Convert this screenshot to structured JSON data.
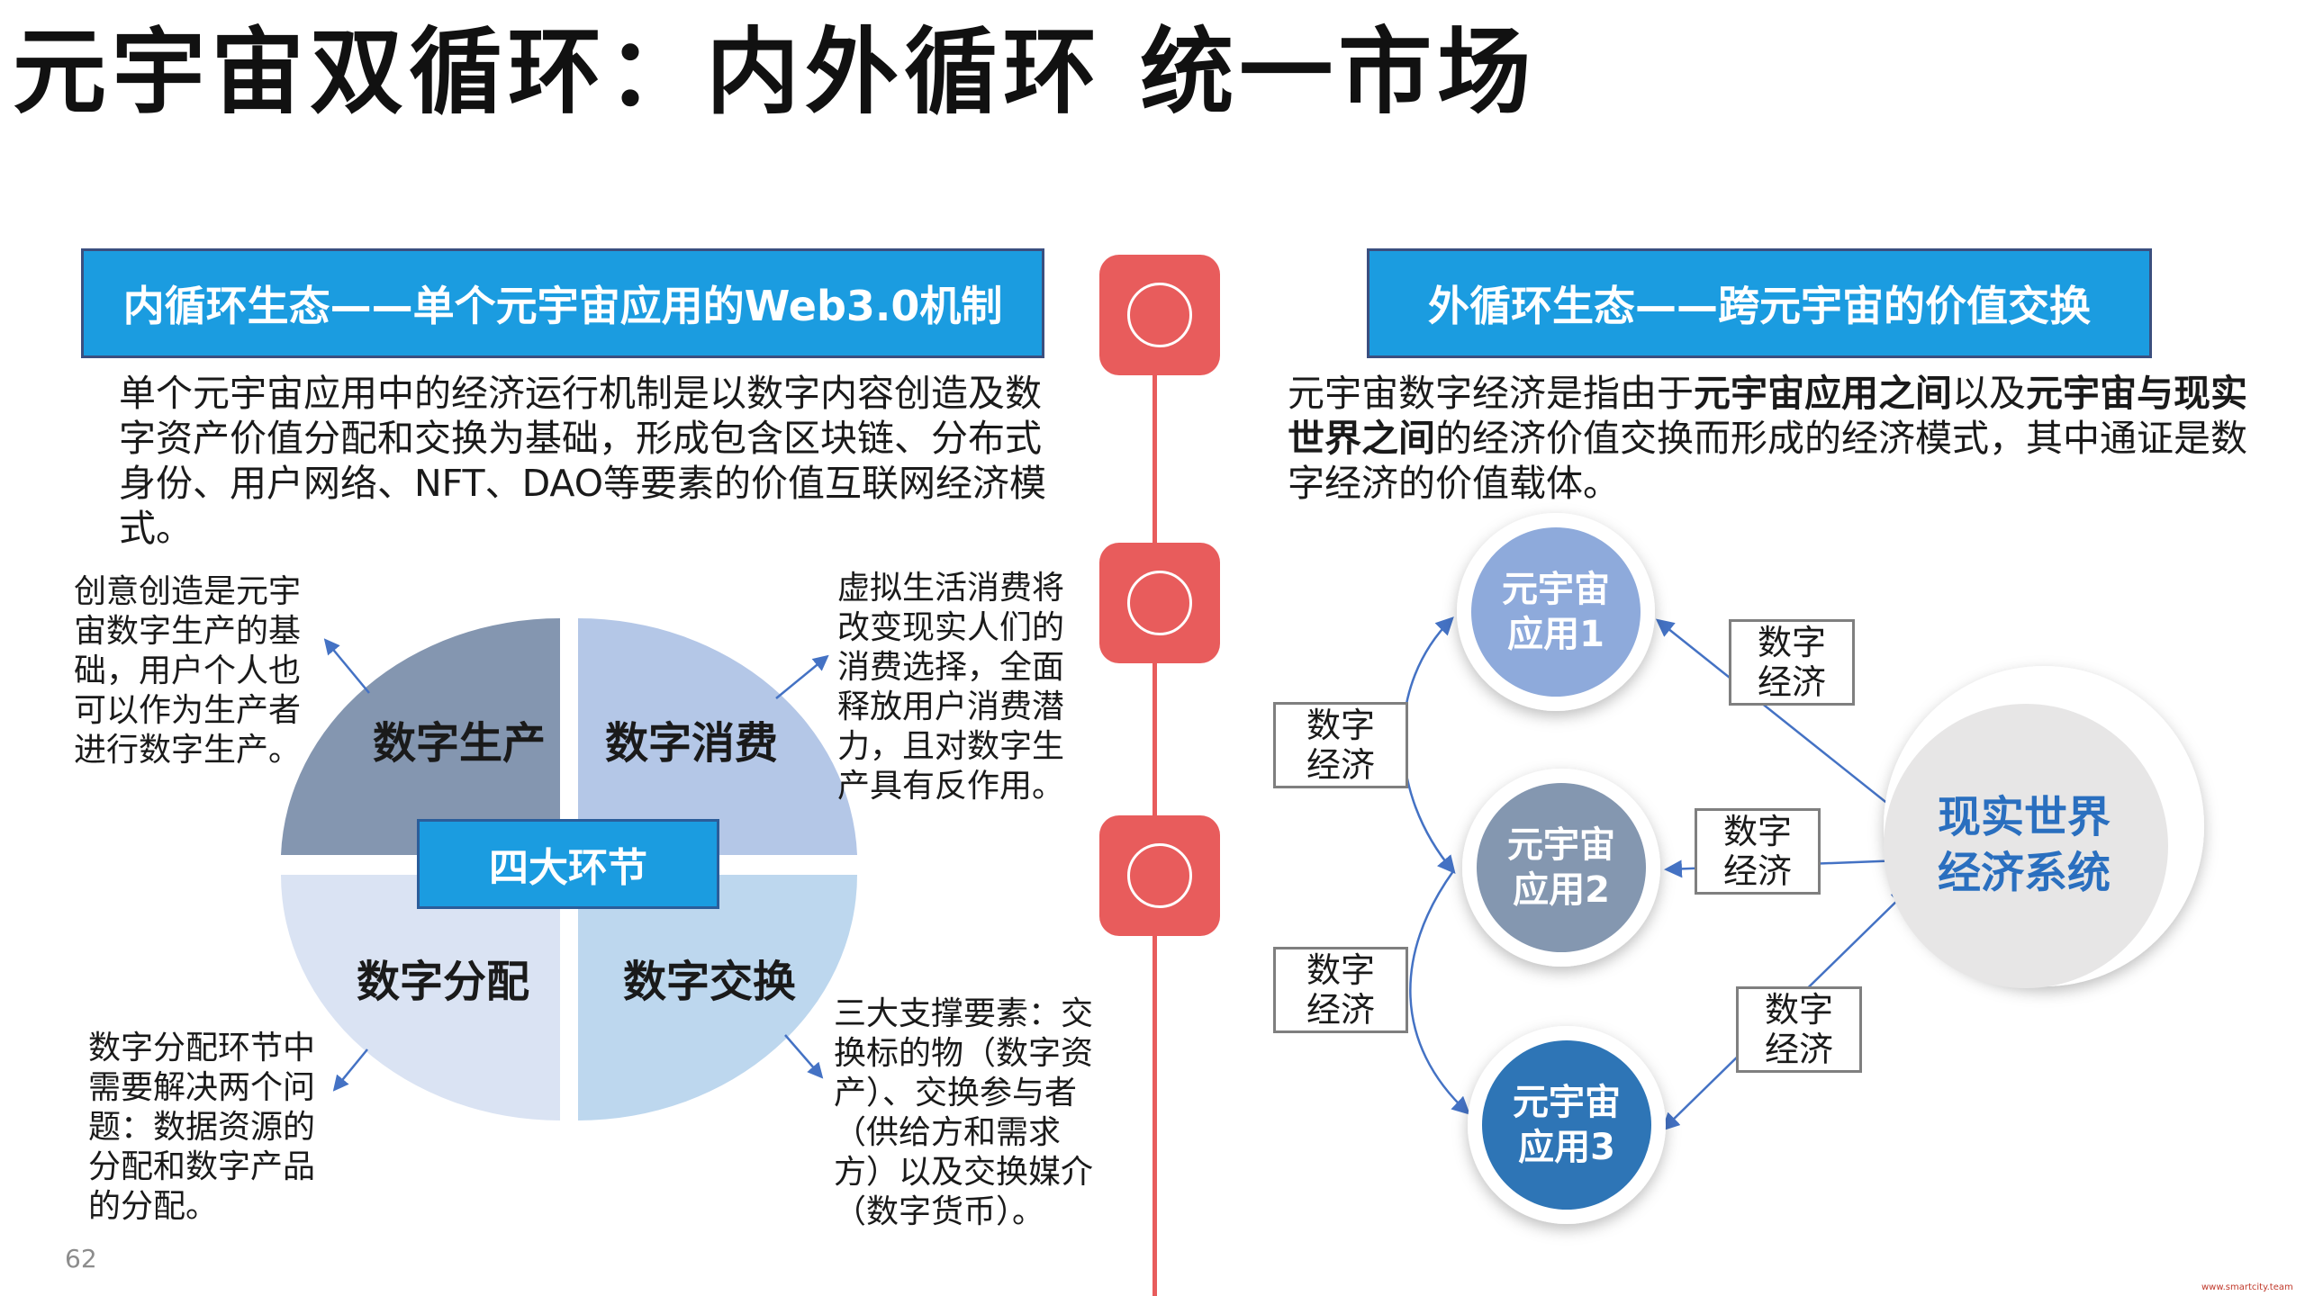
{
  "title": "元宇宙双循环：内外循环 统一市场",
  "left": {
    "header": "内循环生态——单个元宇宙应用的Web3.0机制",
    "intro": "单个元宇宙应用中的经济运行机制是以数字内容创造及数字资产价值分配和交换为基础，形成包含区块链、分布式身份、用户网络、NFT、DAO等要素的价值互联网经济模式。",
    "center_label": "四大环节",
    "quadrants": {
      "production": "数字生产",
      "consumption": "数字消费",
      "distribution": "数字分配",
      "exchange": "数字交换"
    },
    "notes": {
      "production": "创意创造是元宇宙数字生产的基础，用户个人也可以作为生产者进行数字生产。",
      "consumption": "虚拟生活消费将改变现实人们的消费选择，全面释放用户消费潜力，且对数字生产具有反作用。",
      "distribution": "数字分配环节中需要解决两个问题：数据资源的分配和数字产品的分配。",
      "exchange": "三大支撑要素：交换标的物（数字资产）、交换参与者（供给方和需求方）以及交换媒介（数字货币）。"
    }
  },
  "right": {
    "header": "外循环生态——跨元宇宙的价值交换",
    "intro": {
      "part1": "元宇宙数字经济是指由于",
      "bold1": "元宇宙应用之间",
      "part2": "以及",
      "bold2": "元宇宙与现实世界之间",
      "part3": "的经济价值交换而形成的经济模式，其中通证是数字经济的价值载体。"
    },
    "apps": [
      {
        "line1": "元宇宙",
        "line2": "应用1"
      },
      {
        "line1": "元宇宙",
        "line2": "应用2"
      },
      {
        "line1": "元宇宙",
        "line2": "应用3"
      }
    ],
    "world": {
      "line1": "现实世界",
      "line2": "经济系统"
    },
    "exchange_label": {
      "line1": "数字",
      "line2": "经济"
    }
  },
  "page_number": "62",
  "watermark": "www.smartcity.team",
  "colors": {
    "header_blue": "#1b9ce0",
    "timeline_red": "#e85c5c",
    "quad_production": "#8496b0",
    "quad_consumption": "#b4c7e7",
    "quad_distribution": "#dae3f3",
    "quad_exchange": "#bdd7ee",
    "app1": "#8eaadb",
    "app2": "#8497b0",
    "app3": "#2e75b6",
    "world": "#e7e6e6",
    "arrow": "#4472c4"
  }
}
